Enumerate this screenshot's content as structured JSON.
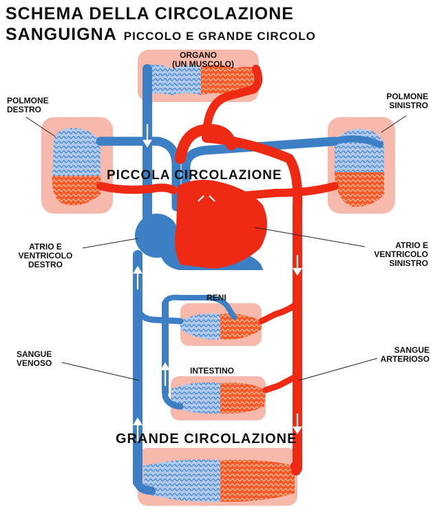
{
  "title": {
    "line1": "SCHEMA DELLA CIRCOLAZIONE",
    "line2_main": "SANGUIGNA",
    "line2_sub": "PICCOLO E GRANDE CIRCOLO"
  },
  "labels": {
    "organo_1": "ORGANO",
    "organo_2": "(UN MUSCOLO)",
    "polmone_destro_1": "POLMONE",
    "polmone_destro_2": "DESTRO",
    "polmone_sinistro_1": "POLMONE",
    "polmone_sinistro_2": "SINISTRO",
    "piccola_circolazione": "PICCOLA CIRCOLAZIONE",
    "atrio_dx_1": "ATRIO E",
    "atrio_dx_2": "VENTRICOLO",
    "atrio_dx_3": "DESTRO",
    "atrio_sx_1": "ATRIO E",
    "atrio_sx_2": "VENTRICOLO",
    "atrio_sx_3": "SINISTRO",
    "reni": "RENI",
    "intestino": "INTESTINO",
    "sangue_venoso_1": "SANGUE",
    "sangue_venoso_2": "VENOSO",
    "sangue_arterioso_1": "SANGUE",
    "sangue_arterioso_2": "ARTERIOSO",
    "grande_circolazione": "GRANDE CIRCOLAZIONE"
  },
  "colors": {
    "venous_blue": "#3d7fc4",
    "arterial_red": "#ee2a14",
    "tissue_pink": "#f7b9ab",
    "capillary_blue": "#a9c8ec",
    "capillary_red": "#f2552c"
  }
}
